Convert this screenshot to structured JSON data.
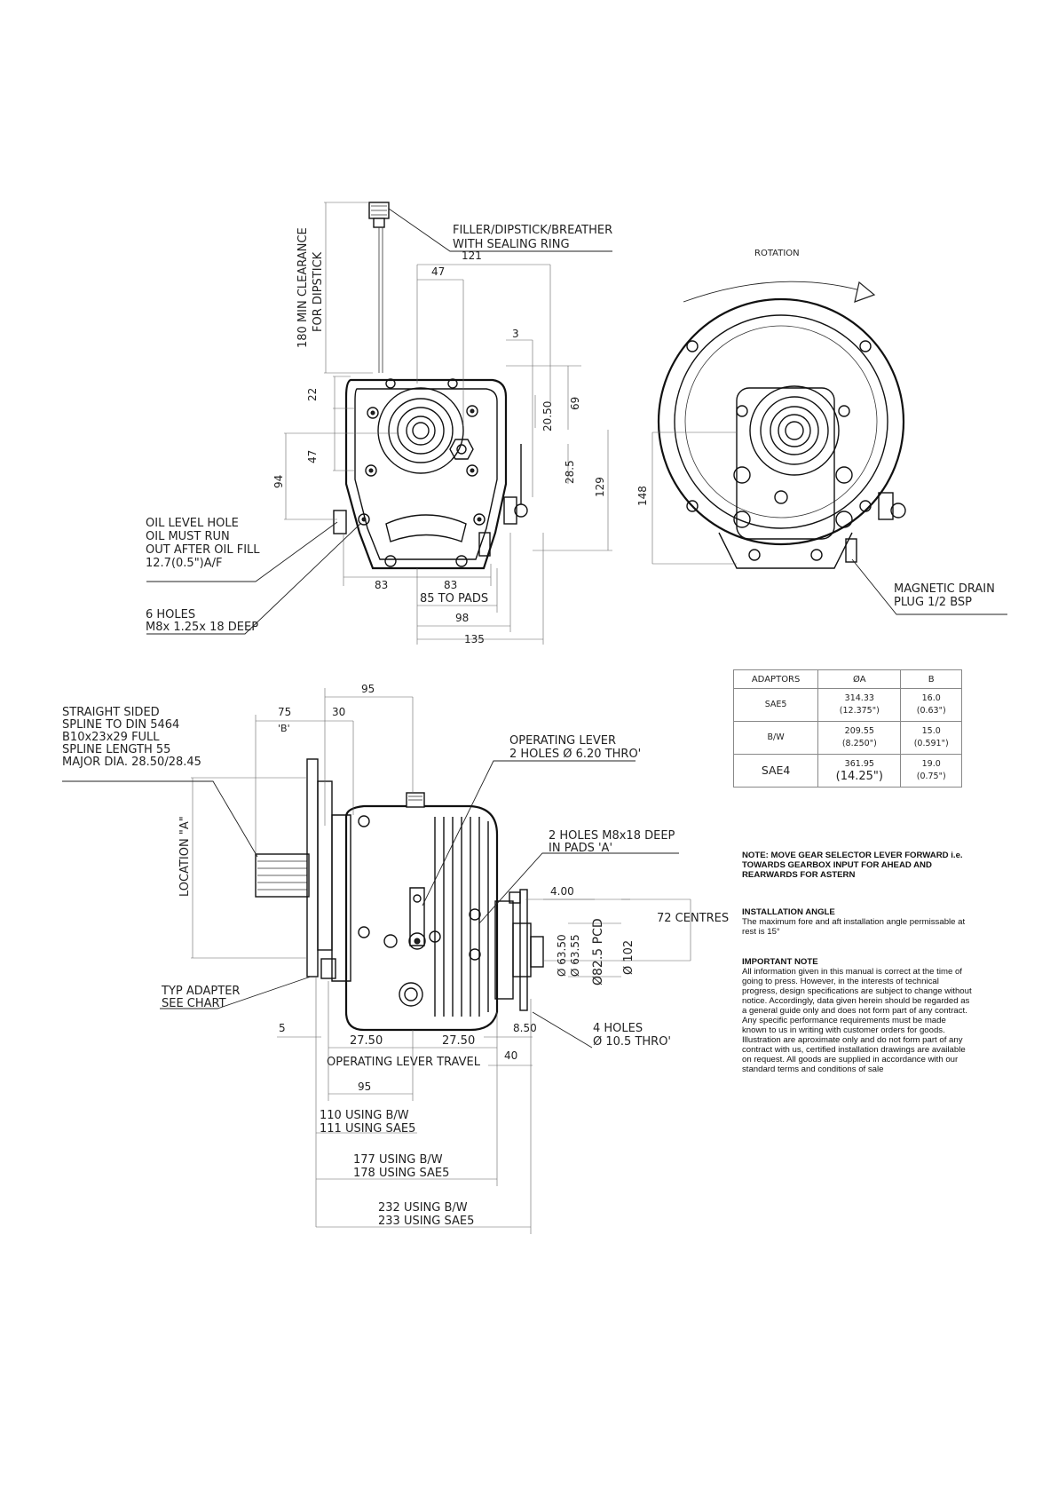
{
  "labels": {
    "filler": [
      "FILLER/DIPSTICK/BREATHER",
      "WITH SEALING RING"
    ],
    "clearance": [
      "180 MIN CLEARANCE",
      "FOR DIPSTICK"
    ],
    "rotation": "ROTATION",
    "oil_level": [
      "OIL LEVEL HOLE",
      "OIL MUST RUN",
      "OUT AFTER OIL FILL",
      "12.7(0.5\")A/F"
    ],
    "six_holes": [
      "6 HOLES",
      "M8x 1.25x 18 DEEP"
    ],
    "magnetic_drain": [
      "MAGNETIC DRAIN",
      "PLUG 1/2 BSP"
    ],
    "spline": [
      "STRAIGHT SIDED",
      "SPLINE TO DIN 5464",
      "B10x23x29 FULL",
      "SPLINE LENGTH 55",
      "MAJOR DIA. 28.50/28.45"
    ],
    "location": "LOCATION \"A\"",
    "b_marker": "'B'",
    "operating_lever": [
      "OPERATING LEVER",
      "2 HOLES Ø 6.20 THRO'"
    ],
    "two_holes": [
      "2 HOLES M8x18 DEEP",
      "IN PADS 'A'"
    ],
    "typ_adapter": [
      "TYP ADAPTER",
      "SEE CHART"
    ],
    "four_holes": [
      "4 HOLES",
      "Ø 10.5 THRO'"
    ],
    "lever_travel": "OPERATING LEVER TRAVEL",
    "centres": "72 CENTRES"
  },
  "dims_top": {
    "d121": "121",
    "d47a": "47",
    "d3": "3",
    "d22": "22",
    "d47b": "47",
    "d94": "94",
    "d20_50": "20.50",
    "d69": "69",
    "d28_5": "28.5",
    "d129": "129",
    "d148": "148",
    "d83a": "83",
    "d83b": "83",
    "d85": "85 TO PADS",
    "d98": "98",
    "d135": "135"
  },
  "dims_side": {
    "d95top": "95",
    "d75": "75",
    "d30": "30",
    "d4_00": "4.00",
    "d63": [
      "Ø 63.50",
      "Ø 63.55"
    ],
    "d82_5": "Ø82.5 PCD",
    "d102": "Ø 102",
    "d5": "5",
    "d27a": "27.50",
    "d27b": "27.50",
    "d8_50": "8.50",
    "d40": "40",
    "d95bot": "95",
    "d110": [
      "110 USING B/W",
      "111 USING SAE5"
    ],
    "d177": [
      "177 USING B/W",
      "178 USING SAE5"
    ],
    "d232": [
      "232 USING B/W",
      "233 USING SAE5"
    ]
  },
  "adaptor_table": {
    "headers": [
      "ADAPTORS",
      "ØA",
      "B"
    ],
    "rows": [
      {
        "name": "SAE5",
        "a": [
          "314.33",
          "(12.375\")"
        ],
        "b": [
          "16.0",
          "(0.63\")"
        ]
      },
      {
        "name": "B/W",
        "a": [
          "209.55",
          "(8.250\")"
        ],
        "b": [
          "15.0",
          "(0.591\")"
        ]
      },
      {
        "name": "SAE4",
        "a": [
          "361.95",
          "(14.25\")"
        ],
        "b": [
          "19.0",
          "(0.75\")"
        ]
      }
    ]
  },
  "notes": {
    "note_head": "NOTE: MOVE GEAR SELECTOR LEVER FORWARD i.e. TOWARDS GEARBOX INPUT FOR AHEAD AND REARWARDS FOR ASTERN",
    "angle_head": "INSTALLATION ANGLE",
    "angle_body": "The maximum fore and aft installation angle permissable at rest is 15°",
    "important_head": "IMPORTANT NOTE",
    "important_body": "All information given in this manual is correct at the time of going to press. However, in the interests of technical progress, design specifications are subject to change without notice. Accordingly, data given herein should be regarded as a general guide only and does not form part of any contract. Any specific performance requirements must be made known to us in writing with customer orders for goods. Illustration are aproximate only and do not form part of any contract with us, certified installation drawings are available on request. All goods are supplied in accordance with our standard terms and conditions of sale"
  }
}
